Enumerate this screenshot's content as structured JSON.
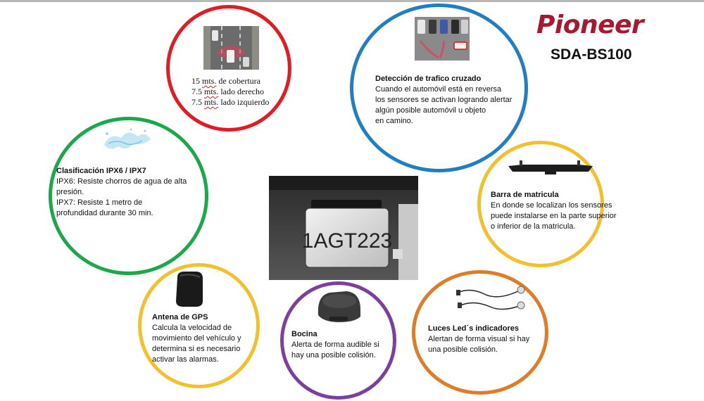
{
  "header": {
    "brand": "Pioneer",
    "model": "SDA-BS100"
  },
  "colors": {
    "brand": "#a6192e",
    "red": "#e31b23",
    "blue": "#1f7ec4",
    "green": "#19a84a",
    "yellow": "#f2c02c",
    "purple": "#7b3fa0",
    "orange": "#e07b27"
  },
  "coverage": {
    "line1_num": "15",
    "line1_unit": "mts.",
    "line1_rest": " de cobertura",
    "line2_num": "7.5",
    "line2_unit": "mts.",
    "line2_rest": " lado derecho",
    "line3_num": "7.5",
    "line3_unit": "mts.",
    "line3_rest": " lado izquierdo"
  },
  "cross_traffic": {
    "title": "Detección de trafico cruzado",
    "lines": [
      "Cuando el automóvil está en reversa",
      "los sensores se activan logrando alertar",
      "algún posible automóvil u objeto",
      "en camino."
    ]
  },
  "ip_rating": {
    "title": "Clasificación IPX6 / IPX7",
    "lines": [
      "IPX6: Resiste chorros de agua de alta",
      "presión.",
      "IPX7: Resiste 1 metro de",
      "profundidad durante 30 min."
    ]
  },
  "plate_bar": {
    "title": "Barra de matricula",
    "lines": [
      "En donde se localizan los sensores",
      "puede instalarse en la parte superior",
      "o inferior de la matricula."
    ]
  },
  "gps": {
    "title": "Antena de GPS",
    "lines": [
      "Calcula la velocidad de",
      "movimiento del vehículo y",
      "determina si es necesario",
      "activar las alarmas."
    ]
  },
  "speaker": {
    "title": "Bocina",
    "lines": [
      "Alerta de forma audible si",
      "hay una posible colisión."
    ]
  },
  "leds": {
    "title": "Luces Led´s indicadores",
    "lines": [
      "Alertan de forma visual si hay",
      "una posible colisión."
    ]
  },
  "plate_photo": {
    "plate_text": "1AGT223"
  }
}
